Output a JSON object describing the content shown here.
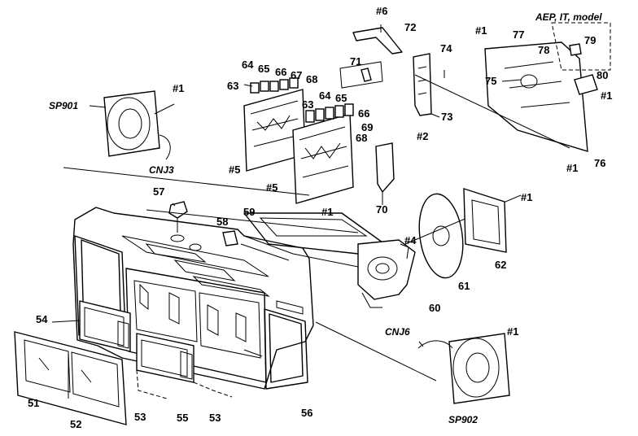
{
  "callouts": {
    "c6": "#6",
    "c72": "72",
    "c74": "74",
    "c1_top": "#1",
    "c77": "77",
    "c78": "78",
    "c79": "79",
    "aep_note": "AEP, IT, model",
    "c80": "80",
    "c1_right": "#1",
    "c71": "71",
    "c64a": "64",
    "c65a": "65",
    "c66a": "66",
    "c67": "67",
    "c68a": "68",
    "c63a": "63",
    "c75": "75",
    "c73": "73",
    "c76": "76",
    "c1_76": "#1",
    "c63b": "63",
    "c64b": "64",
    "c65b": "65",
    "c66b": "66",
    "c69": "69",
    "c68b": "68",
    "c2": "#2",
    "c70": "70",
    "sp901": "SP901",
    "c1_sp901": "#1",
    "cnj3": "CNJ3",
    "c5a": "#5",
    "c5b": "#5",
    "c57": "57",
    "c58": "58",
    "c59": "59",
    "c1_59": "#1",
    "c1_62": "#1",
    "c62": "62",
    "c4": "#4",
    "c61": "61",
    "c60": "60",
    "c54": "54",
    "cnj6": "CNJ6",
    "c1_sp902": "#1",
    "c51": "51",
    "c52": "52",
    "c53a": "53",
    "c55": "55",
    "c53b": "53",
    "c56": "56",
    "sp902": "SP902"
  }
}
